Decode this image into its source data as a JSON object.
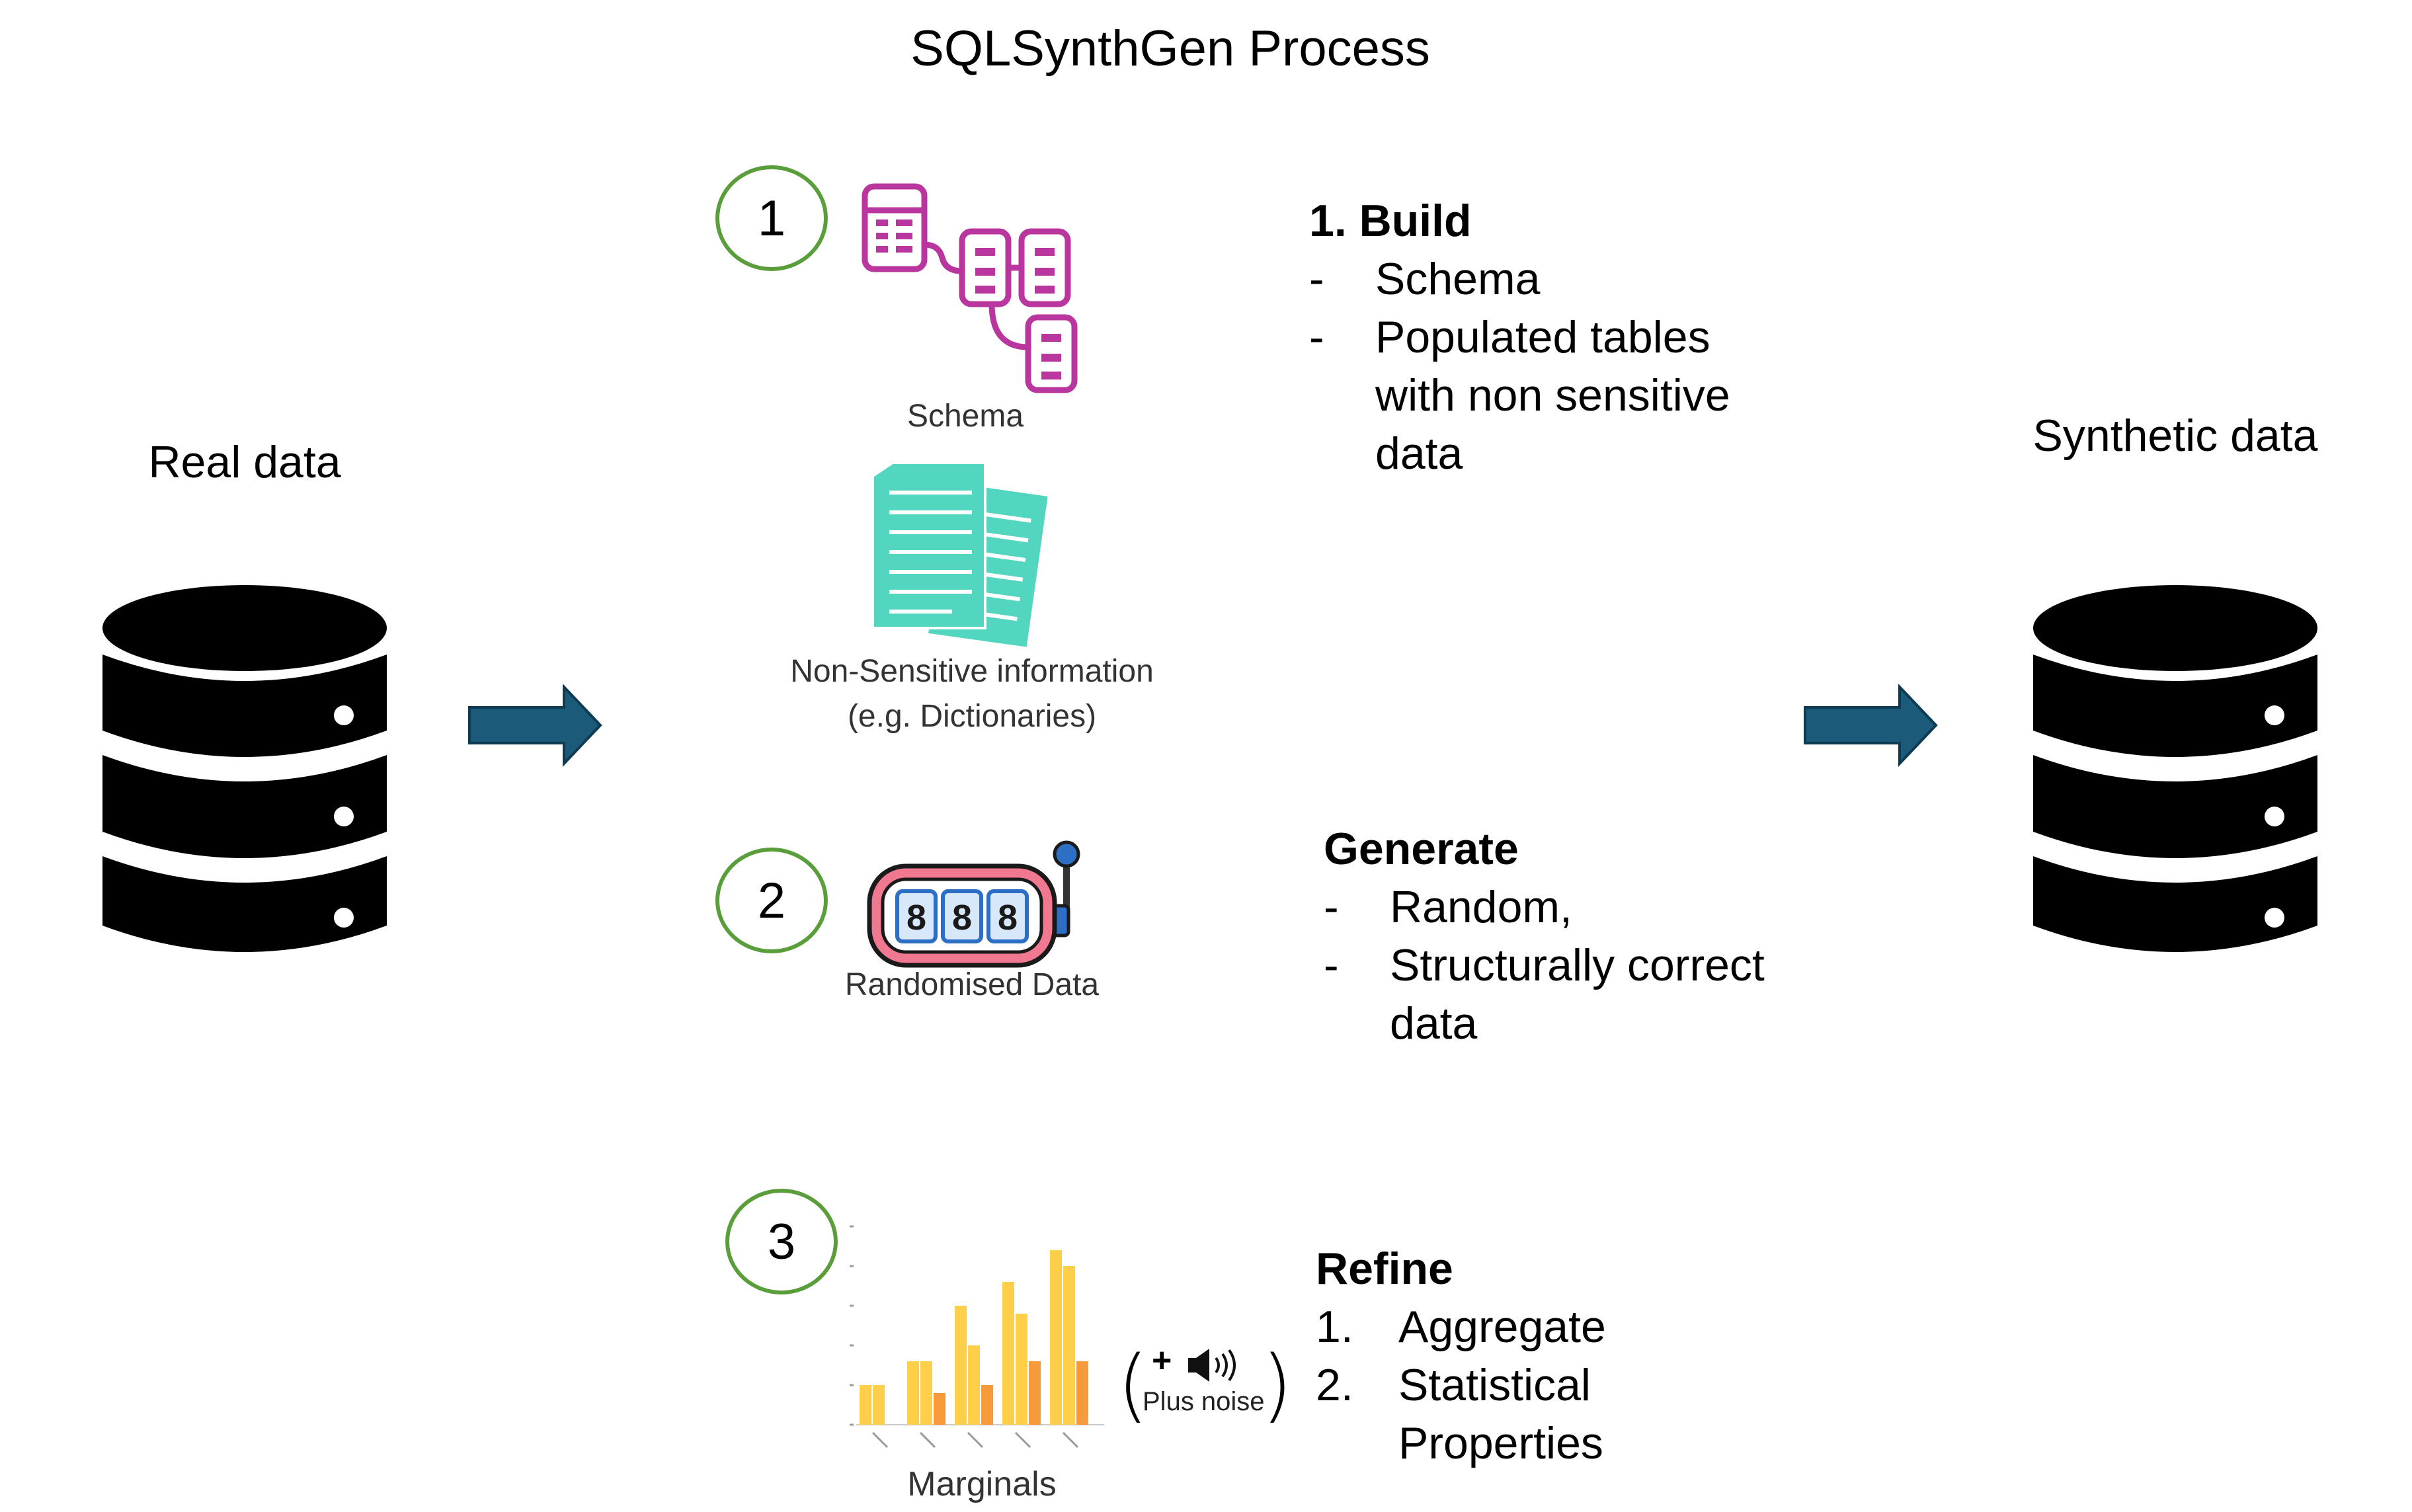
{
  "title": "SQLSynthGen Process",
  "left": {
    "label": "Real data",
    "icon": "database-icon"
  },
  "right": {
    "label": "Synthetic data",
    "icon": "database-icon"
  },
  "colors": {
    "arrow": "#1b5a78",
    "step_circle": "#5a9e3c",
    "schema_icon": "#b8369e",
    "doc_icon": "#52d6c0",
    "slot_pink": "#f07890",
    "slot_blue": "#2d6fc4",
    "bar_yellow": "#ffcf4a",
    "bar_orange": "#f79a3a"
  },
  "steps": [
    {
      "number": "1",
      "icons": [
        {
          "caption": "Schema",
          "icon": "schema-icon"
        },
        {
          "caption_lines": [
            "Non-Sensitive information",
            "(e.g. Dictionaries)"
          ],
          "icon": "documents-icon"
        }
      ],
      "heading": "1. Build",
      "marker": "-",
      "items": [
        "Schema",
        "Populated tables with non sensitive data"
      ]
    },
    {
      "number": "2",
      "icons": [
        {
          "caption": "Randomised Data",
          "icon": "slot-machine-icon",
          "digits": "888"
        }
      ],
      "heading": "Generate",
      "marker": "-",
      "items": [
        "Random,",
        "Structurally correct data"
      ]
    },
    {
      "number": "3",
      "icons": [
        {
          "caption": "Marginals",
          "icon": "bar-chart-icon",
          "noise_symbol": "+",
          "noise_label": "Plus noise"
        }
      ],
      "heading": "Refine",
      "markers": [
        "1.",
        "2."
      ],
      "items": [
        "Aggregate",
        "Statistical Properties"
      ]
    }
  ],
  "chart_data": {
    "type": "bar",
    "series": [
      {
        "values": [
          5,
          8,
          15,
          18,
          22
        ]
      },
      {
        "values": [
          5,
          8,
          10,
          14,
          20
        ]
      },
      {
        "values": [
          0,
          4,
          5,
          8,
          8
        ]
      }
    ],
    "ylim": [
      0,
      25
    ]
  }
}
